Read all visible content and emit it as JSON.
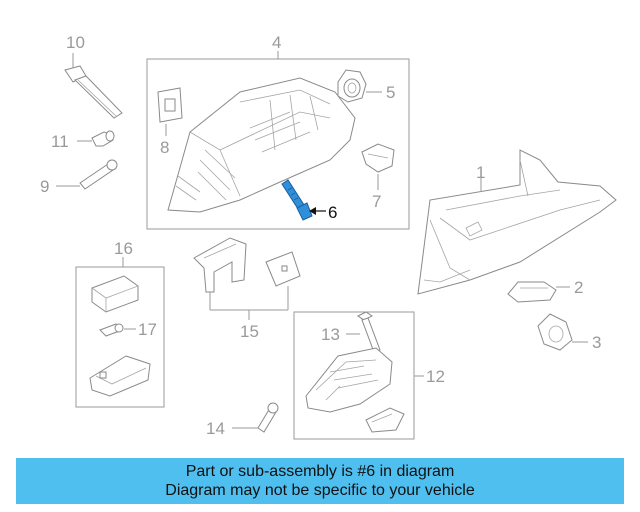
{
  "callouts": {
    "c1": "1",
    "c2": "2",
    "c3": "3",
    "c4": "4",
    "c5": "5",
    "c6": "6",
    "c7": "7",
    "c8": "8",
    "c9": "9",
    "c10": "10",
    "c11": "11",
    "c12": "12",
    "c13": "13",
    "c14": "14",
    "c15": "15",
    "c16": "16",
    "c17": "17"
  },
  "highlight": {
    "part": "6",
    "color": "#2f8fd8"
  },
  "banner": {
    "line1": "Part or sub-assembly is #6 in diagram",
    "line2": "Diagram may not be specific to your vehicle",
    "background": "#4fbfef"
  }
}
